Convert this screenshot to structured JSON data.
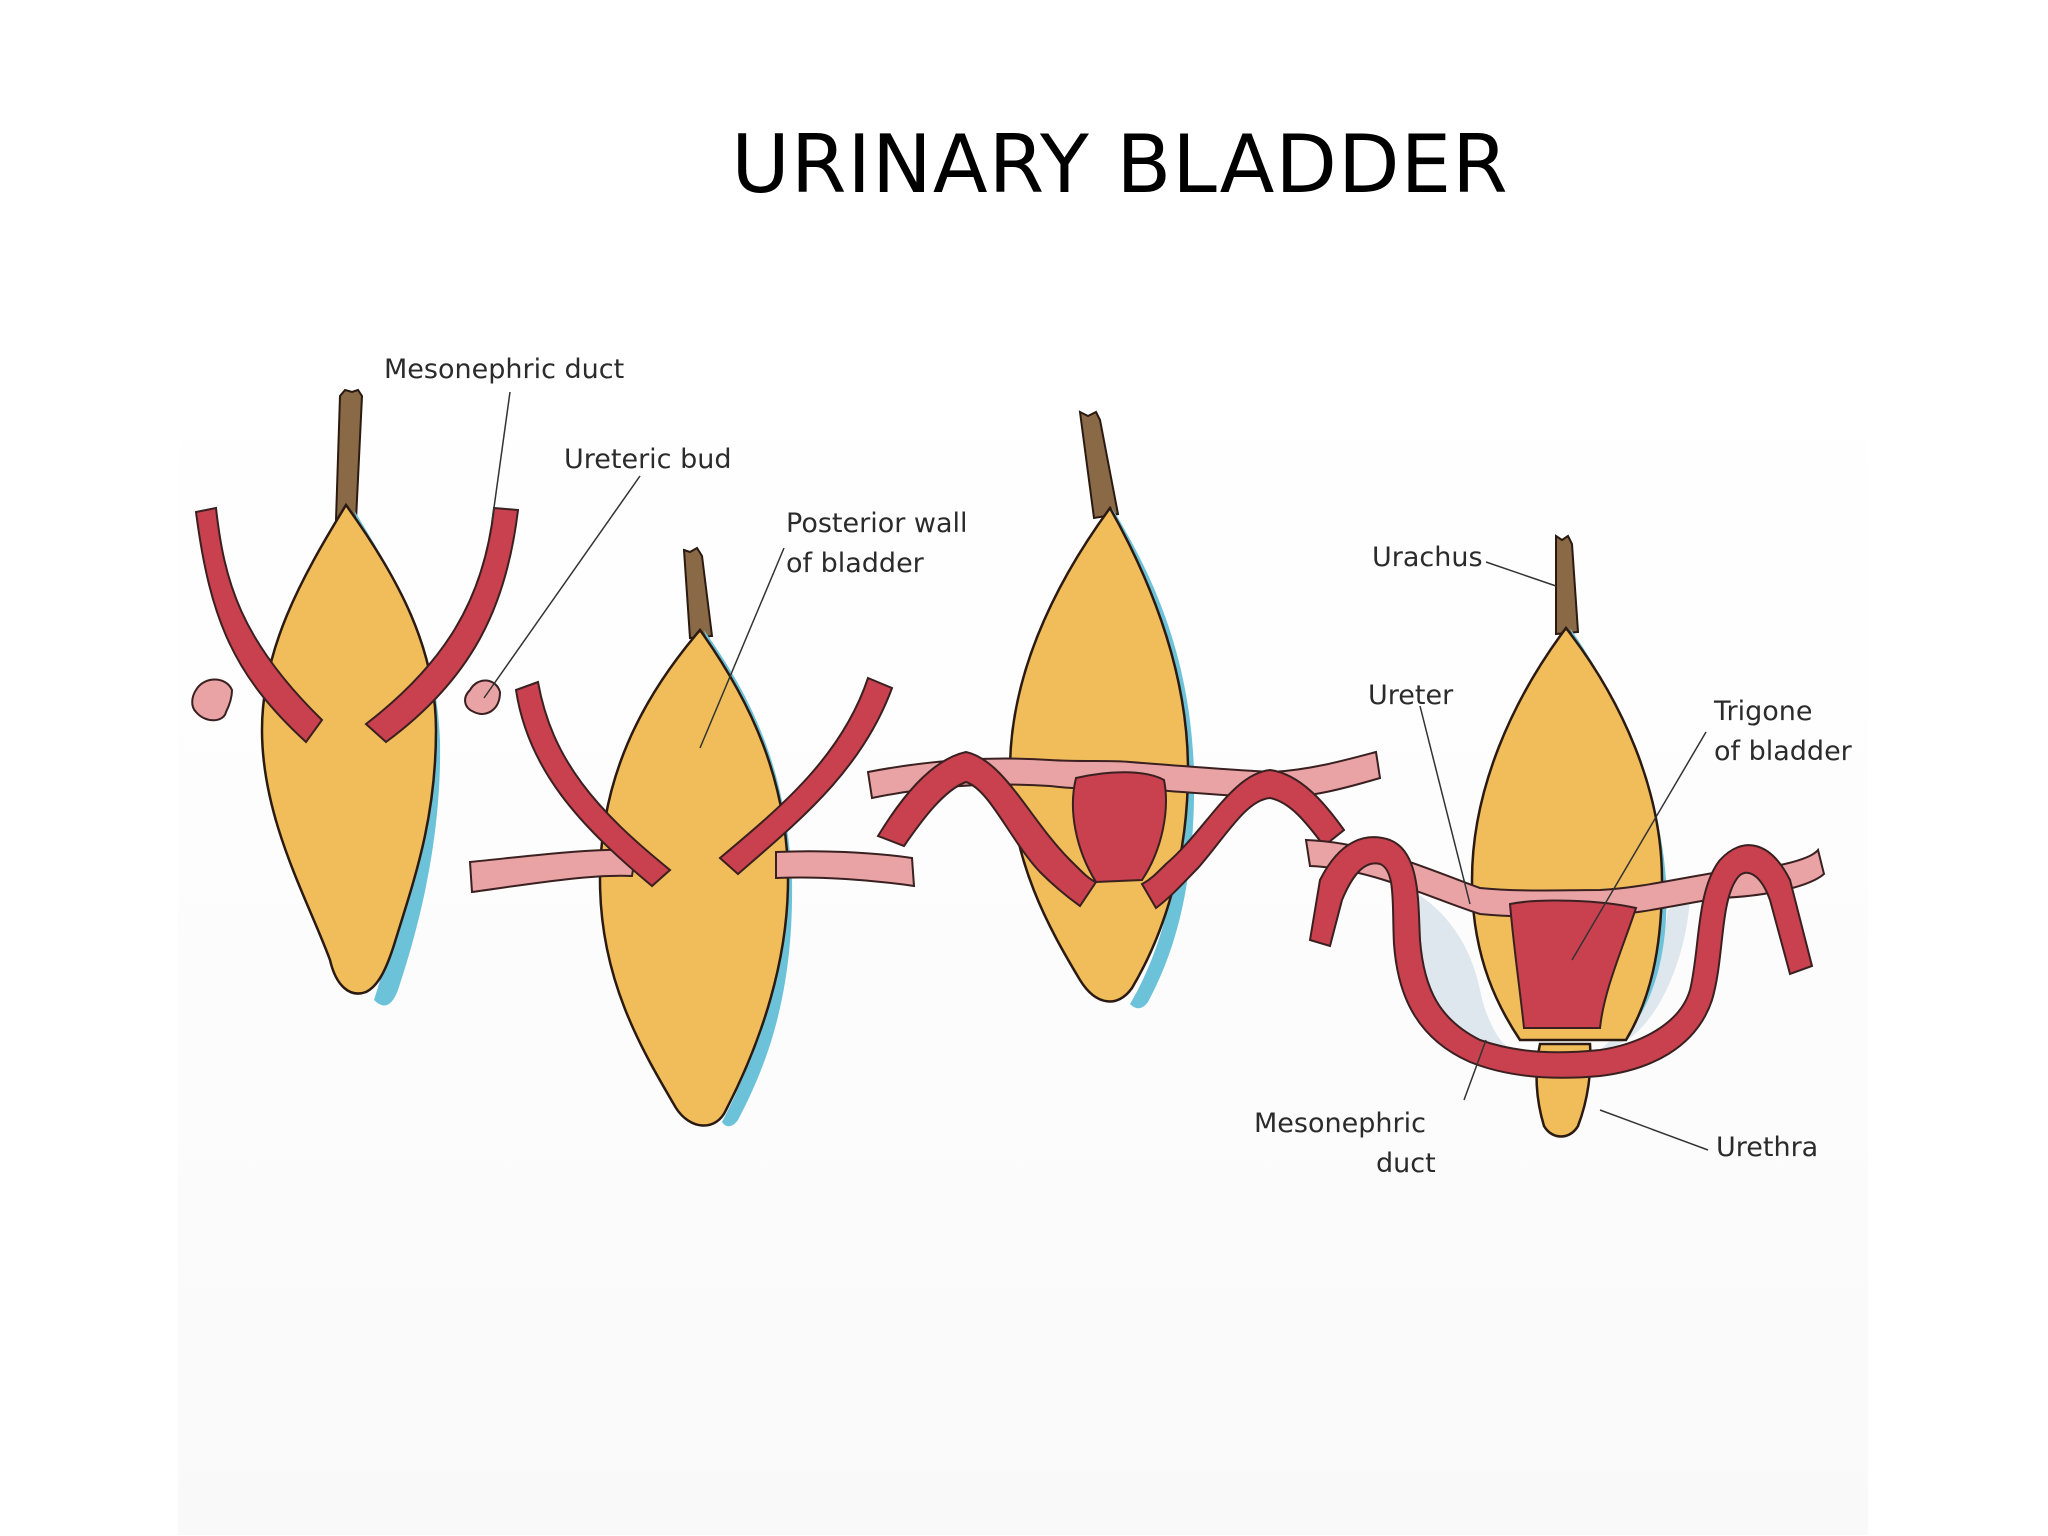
{
  "title": "URINARY BLADDER",
  "labels": {
    "mesonephric_duct_top": "Mesonephric duct",
    "ureteric_bud": "Ureteric bud",
    "posterior_wall_1": "Posterior wall",
    "posterior_wall_2": "of bladder",
    "urachus": "Urachus",
    "ureter": "Ureter",
    "trigone_1": "Trigone",
    "trigone_2": "of bladder",
    "mesonephric_bottom_1": "Mesonephric",
    "mesonephric_bottom_2": "duct",
    "urethra": "Urethra"
  },
  "colors": {
    "bladder": "#f0bd5a",
    "duct": "#c9404f",
    "ureter": "#e9a3a5",
    "urachus": "#8a6a46",
    "shadow": "#6cc3d9",
    "outline": "#2a1a12"
  }
}
